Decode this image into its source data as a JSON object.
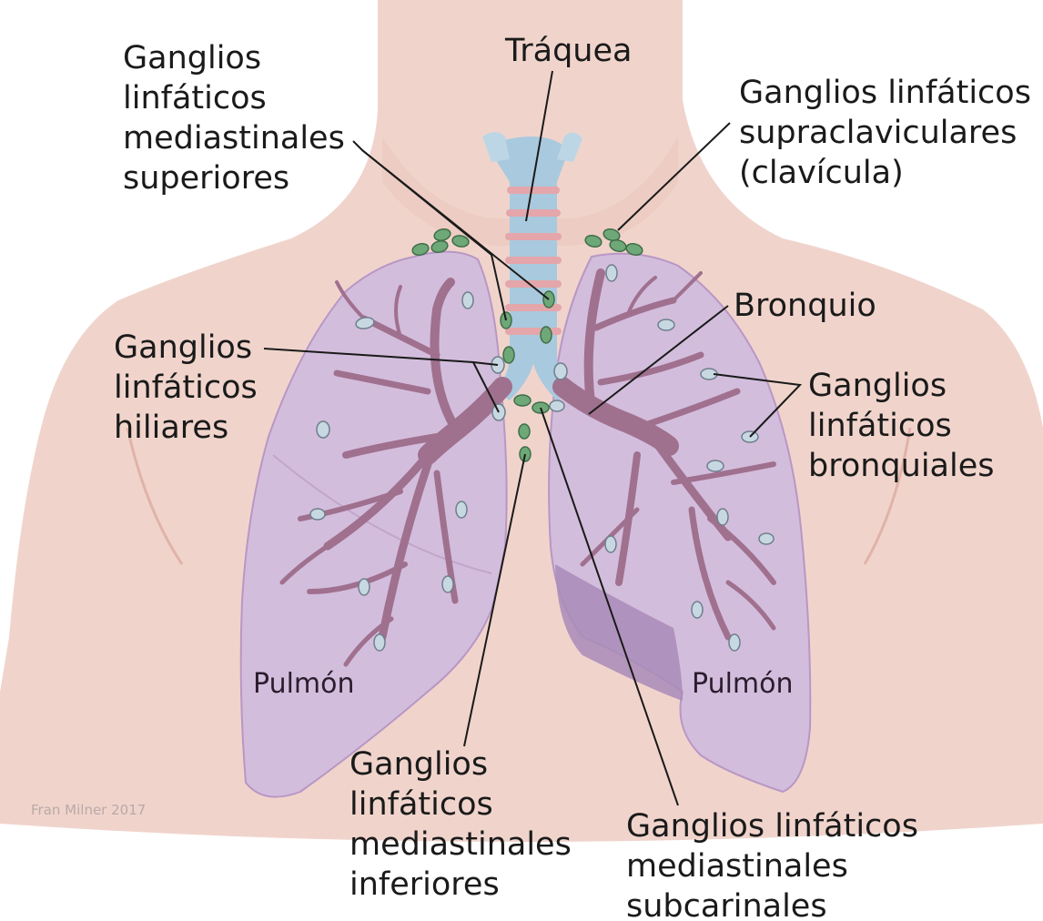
{
  "labels": {
    "tracheaLabel": "Tráquea",
    "superiorMediastinal": [
      "Ganglios",
      "linfáticos",
      "mediastinales",
      "superiores"
    ],
    "supraclavicular": [
      "Ganglios linfáticos",
      "supraclaviculares",
      "(clavícula)"
    ],
    "bronchusLabel": "Bronquio",
    "hilar": [
      "Ganglios",
      "linfáticos",
      "hiliares"
    ],
    "bronchial": [
      "Ganglios",
      "linfáticos",
      "bronquiales"
    ],
    "leftLung": "Pulmón",
    "rightLung": "Pulmón",
    "inferiorMediastinal": [
      "Ganglios",
      "linfáticos",
      "mediastinales",
      "inferiores"
    ],
    "subcarinal": [
      "Ganglios linfáticos",
      "mediastinales",
      "subcarinales"
    ]
  },
  "credit": "Fran Milner 2017",
  "colors": {
    "skin": "#f0d4cc",
    "skinShade": "#e6bfb5",
    "lung": "#d3bddc",
    "lungShade": "#a98bb8",
    "bronchialTree": "#a0708f",
    "trachea": "#a9c9de",
    "tracheaRing": "#e4a6aa",
    "nodeGreen": "#6fa878",
    "nodePale": "#c8d8e2",
    "leaderLine": "#1a1a1a"
  }
}
